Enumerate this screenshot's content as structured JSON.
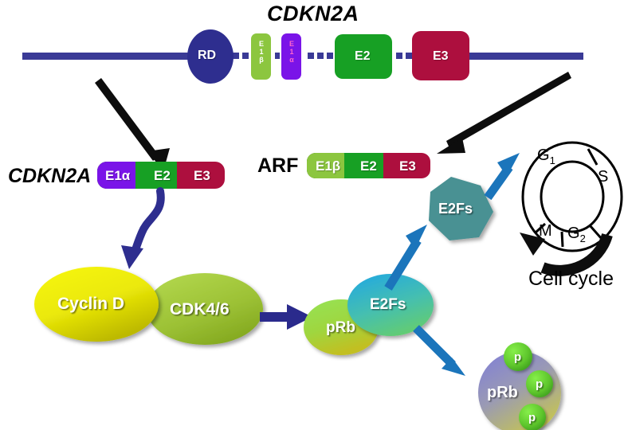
{
  "figure": {
    "gene_title": "CDKN2A",
    "cell_cycle_title": "Cell cycle"
  },
  "genomic_locus": {
    "promoter": {
      "label": "RD",
      "color": "#2e2e8f"
    },
    "backbone_color": "#3a3a96",
    "intron_color": "#3a3a96",
    "exons": [
      {
        "name": "exon-e1b",
        "lines": [
          "E",
          "1",
          "β"
        ],
        "fill": "#8cc63f",
        "text_color": "#ffffff"
      },
      {
        "name": "exon-e1a",
        "lines": [
          "E",
          "1",
          "α"
        ],
        "fill": "#7a14e8",
        "text_color": "#ff66cc"
      },
      {
        "name": "exon-e2",
        "label": "E2",
        "fill": "#17a024",
        "text_color": "#ffffff"
      },
      {
        "name": "exon-e3",
        "label": "E3",
        "fill": "#ad0f3e",
        "text_color": "#ffffff"
      }
    ]
  },
  "transcripts": [
    {
      "name": "cdkn2a-transcript",
      "title": "CDKN2A",
      "title_italic": true,
      "segments": [
        {
          "label": "E1α",
          "fill": "#7a14e8"
        },
        {
          "label": "E2",
          "fill": "#17a024"
        },
        {
          "label": "E3",
          "fill": "#ad0f3e"
        }
      ]
    },
    {
      "name": "arf-transcript",
      "title": "ARF",
      "title_italic": false,
      "segments": [
        {
          "label": "E1β",
          "fill": "#8cc63f"
        },
        {
          "label": "E2",
          "fill": "#17a024"
        },
        {
          "label": "E3",
          "fill": "#ad0f3e"
        }
      ]
    }
  ],
  "proteins": {
    "cyclin_d": {
      "label": "Cyclin D",
      "fill_from": "#f2f20a",
      "fill_to": "#c8c400"
    },
    "cdk46": {
      "label": "CDK4/6",
      "fill_from": "#a6cf3f",
      "fill_to": "#8cae28"
    },
    "prb_hypo": {
      "label": "pRb",
      "fill_from": "#8fdc4e",
      "fill_to": "#bdbd25"
    },
    "e2fs_bound": {
      "label": "E2Fs",
      "fill_from": "#2aa7dd",
      "fill_to": "#5fc97a"
    },
    "e2fs_free": {
      "label": "E2Fs",
      "fill": "#4a9193"
    },
    "prb_phospho": {
      "label": "pRb",
      "fill_from": "#7d7ccf",
      "fill_to": "#c4c44a"
    },
    "phosphates": [
      {
        "label": "p",
        "fill_from": "#6ee03a",
        "fill_to": "#3faa22"
      },
      {
        "label": "p",
        "fill_from": "#6ee03a",
        "fill_to": "#3faa22"
      },
      {
        "label": "p",
        "fill_from": "#6ee03a",
        "fill_to": "#3faa22"
      }
    ]
  },
  "cell_cycle": {
    "phases": [
      {
        "name": "phase-g1",
        "main": "G",
        "sub": "1"
      },
      {
        "name": "phase-s",
        "main": "S",
        "sub": ""
      },
      {
        "name": "phase-g2",
        "main": "G",
        "sub": "2"
      },
      {
        "name": "phase-m",
        "main": "M",
        "sub": ""
      }
    ]
  },
  "arrows": {
    "black_color": "#0d0d0d",
    "navy_color": "#2a2a8c",
    "blue_color": "#1b75bb"
  }
}
